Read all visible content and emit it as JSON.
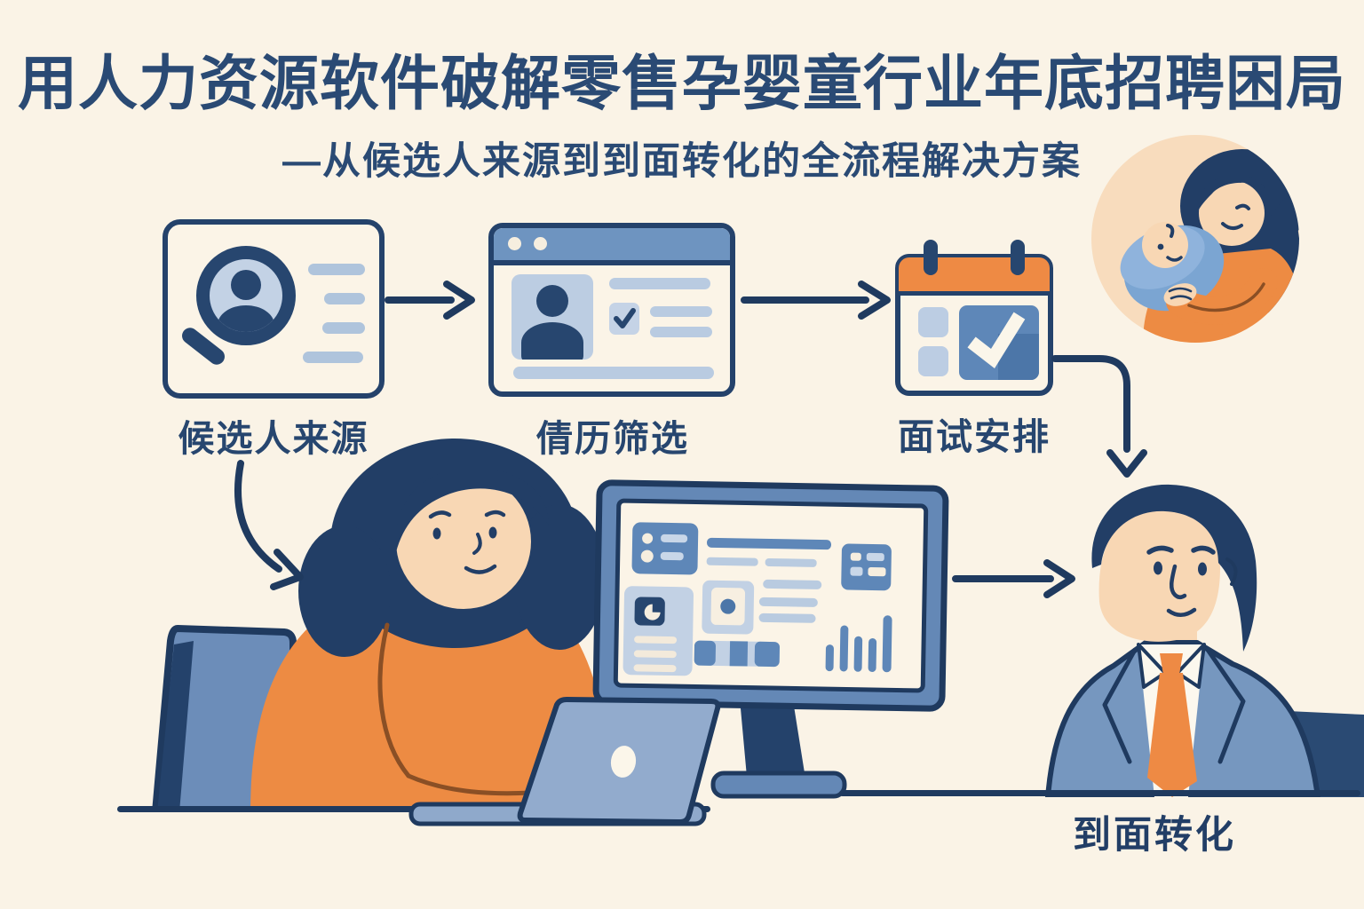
{
  "page": {
    "background_color": "#FAF3E6",
    "navy": "#1F3A5F",
    "orange": "#EE8A44",
    "mid_blue": "#6488B6",
    "light_blue": "#BCCDE2",
    "skin": "#F8D7B4"
  },
  "header": {
    "title": "用人力资源软件破解零售孕婴童行业年底招聘困局",
    "subtitle": "—从候选人来源到到面转化的全流程解决方案"
  },
  "flow": {
    "steps": [
      {
        "label": "候选人来源",
        "icon": "magnifier-profile-icon"
      },
      {
        "label": "倩历筛选",
        "icon": "resume-checklist-icon"
      },
      {
        "label": "面试安排",
        "icon": "calendar-icon"
      }
    ],
    "result_label": "到面转化"
  },
  "illustrations": {
    "mother_baby": "mother-holding-baby-illustration",
    "recruiter": "woman-typing-on-laptop-illustration",
    "dashboard": "hr-dashboard-monitor-illustration",
    "candidate": "man-in-suit-illustration"
  }
}
